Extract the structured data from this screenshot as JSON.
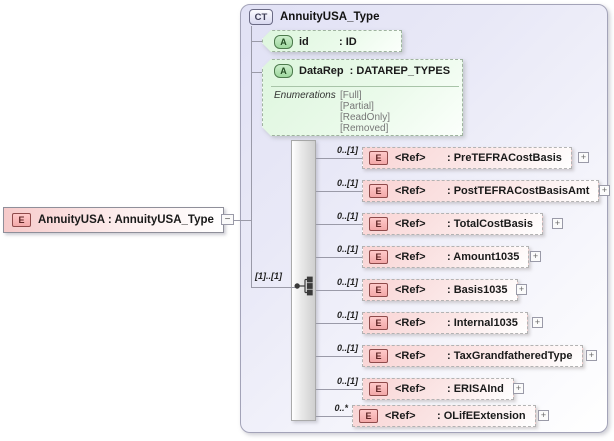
{
  "root": {
    "badge": "E",
    "label": "AnnuityUSA : AnnuityUSA_Type",
    "collapse_glyph": "−"
  },
  "ct": {
    "badge": "CT",
    "title": "AnnuityUSA_Type",
    "attr_id": {
      "badge": "A",
      "name": "id",
      "type": ": ID"
    },
    "attr_datarep": {
      "badge": "A",
      "name": "DataRep",
      "type": ": DATAREP_TYPES",
      "enum_label": "Enumerations",
      "enums": [
        "[Full]",
        "[Partial]",
        "[ReadOnly]",
        "[Removed]"
      ]
    },
    "sequence_cardinality": "[1]..[1]",
    "children": [
      {
        "card": "0..[1]",
        "badge": "E",
        "name": "<Ref>",
        "type": ": PreTEFRACostBasis",
        "expand": "+"
      },
      {
        "card": "0..[1]",
        "badge": "E",
        "name": "<Ref>",
        "type": ": PostTEFRACostBasisAmt",
        "expand": "+"
      },
      {
        "card": "0..[1]",
        "badge": "E",
        "name": "<Ref>",
        "type": ": TotalCostBasis",
        "expand": "+"
      },
      {
        "card": "0..[1]",
        "badge": "E",
        "name": "<Ref>",
        "type": ": Amount1035",
        "expand": "+"
      },
      {
        "card": "0..[1]",
        "badge": "E",
        "name": "<Ref>",
        "type": ": Basis1035",
        "expand": "+"
      },
      {
        "card": "0..[1]",
        "badge": "E",
        "name": "<Ref>",
        "type": ": Internal1035",
        "expand": "+"
      },
      {
        "card": "0..[1]",
        "badge": "E",
        "name": "<Ref>",
        "type": ": TaxGrandfatheredType",
        "expand": "+"
      },
      {
        "card": "0..[1]",
        "badge": "E",
        "name": "<Ref>",
        "type": ": ERISAInd",
        "expand": "+"
      },
      {
        "card": "0..*",
        "badge": "E",
        "name": "<Ref>",
        "type": ": OLifEExtension",
        "expand": "+"
      }
    ]
  },
  "colors": {
    "element_pink": "#f6caca",
    "attribute_green": "#def6de",
    "complex_type_lavender": "#e1e1f5",
    "line_gray": "#9a9aa8"
  }
}
